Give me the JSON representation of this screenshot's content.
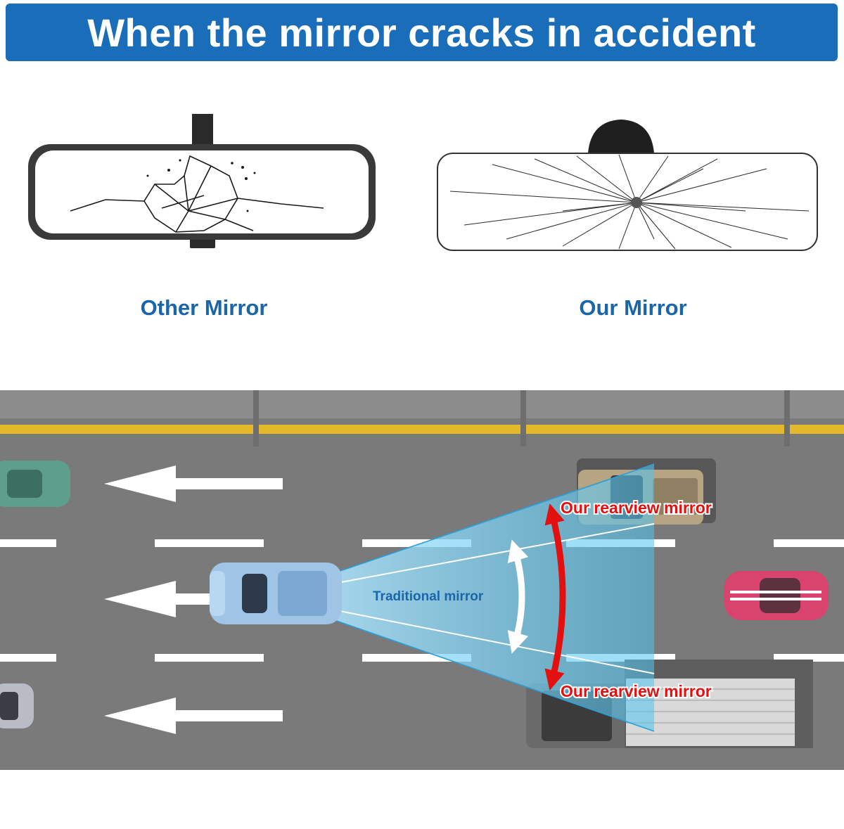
{
  "banner": {
    "title": "When the mirror cracks in accident"
  },
  "comparison": {
    "left_label": "Other Mirror",
    "right_label": "Our Mirror"
  },
  "diagram": {
    "traditional_label": "Traditional mirror",
    "our_label_top": "Our rearview mirror",
    "our_label_bottom": "Our rearview mirror"
  },
  "colors": {
    "banner": "#1a6db8",
    "caption": "#1a66a8",
    "road": "#777777",
    "lane_yellow": "#e3b92b",
    "arrow_red": "#e31010",
    "view_blue": "#30b4e8"
  }
}
